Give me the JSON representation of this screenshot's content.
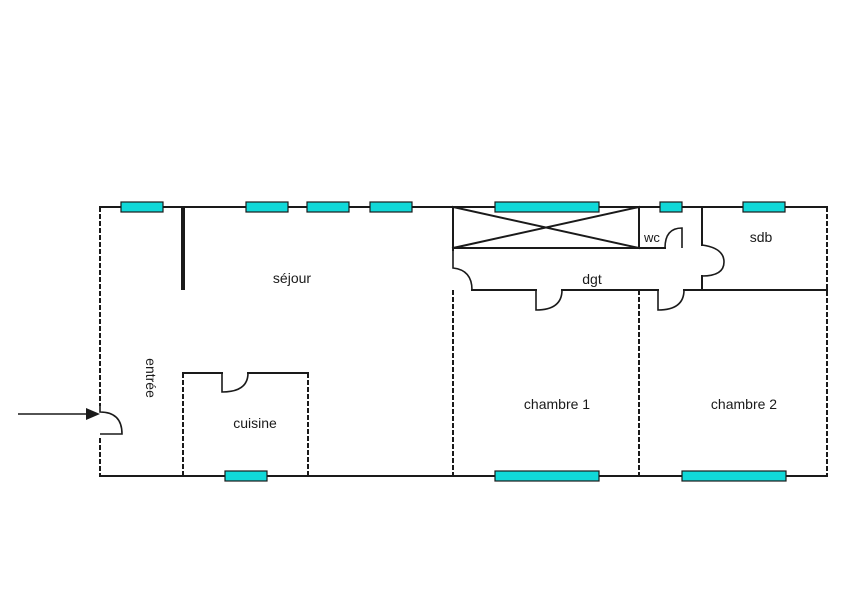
{
  "plan": {
    "colors": {
      "wall": "#1a1a1a",
      "window": "#11d8d8",
      "background": "#ffffff"
    },
    "rooms": {
      "sejour": "séjour",
      "entree": "entrée",
      "cuisine": "cuisine",
      "dgt": "dgt",
      "wc": "wc",
      "sdb": "sdb",
      "chambre1": "chambre 1",
      "chambre2": "chambre 2"
    }
  }
}
